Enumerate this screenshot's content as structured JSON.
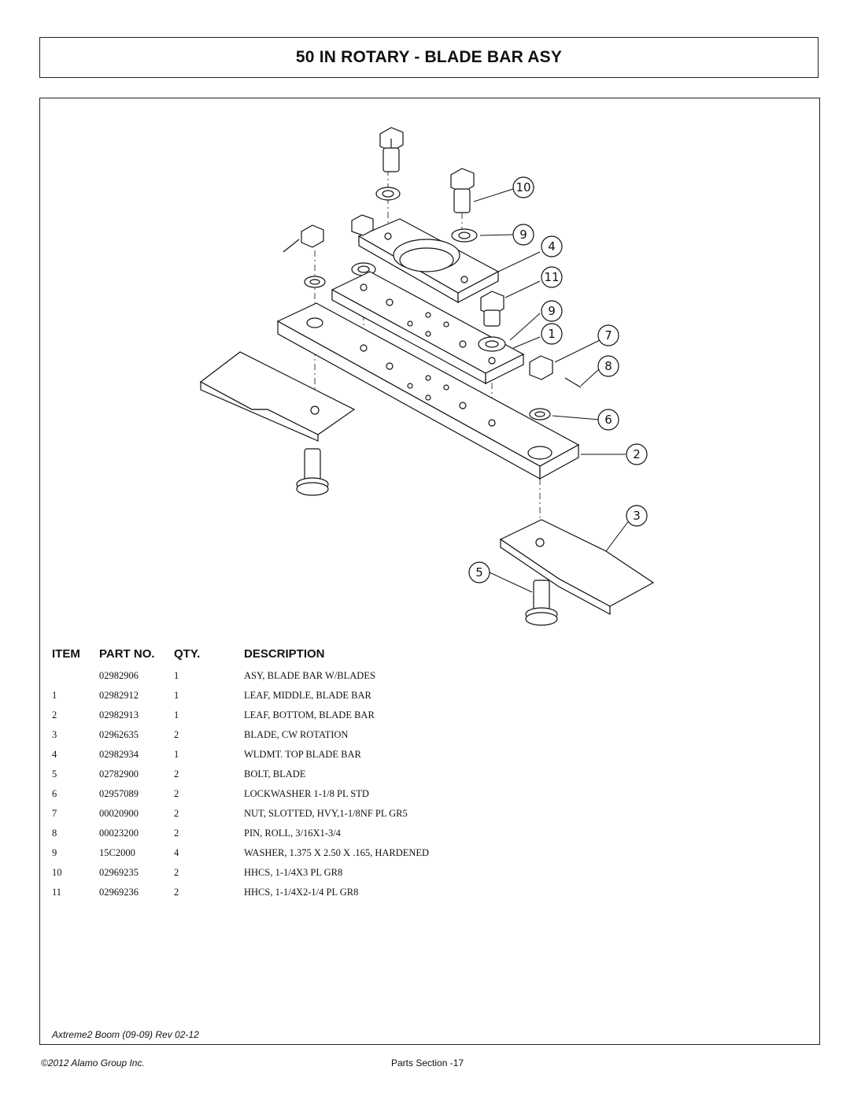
{
  "title": "50 IN ROTARY - BLADE BAR ASY",
  "diagram": {
    "callouts": [
      "10",
      "9",
      "4",
      "11",
      "9",
      "1",
      "7",
      "8",
      "6",
      "2",
      "3",
      "5"
    ]
  },
  "table": {
    "headers": {
      "item": "ITEM",
      "part_no": "PART NO.",
      "qty": "QTY.",
      "description": "DESCRIPTION"
    },
    "rows": [
      {
        "item": "",
        "part_no": "02982906",
        "qty": "1",
        "description": "ASY, BLADE BAR W/BLADES"
      },
      {
        "item": "1",
        "part_no": "02982912",
        "qty": "1",
        "description": "LEAF, MIDDLE, BLADE BAR"
      },
      {
        "item": "2",
        "part_no": "02982913",
        "qty": "1",
        "description": "LEAF, BOTTOM, BLADE BAR"
      },
      {
        "item": "3",
        "part_no": "02962635",
        "qty": "2",
        "description": "BLADE, CW ROTATION"
      },
      {
        "item": "4",
        "part_no": "02982934",
        "qty": "1",
        "description": "WLDMT. TOP BLADE BAR"
      },
      {
        "item": "5",
        "part_no": "02782900",
        "qty": "2",
        "description": "BOLT, BLADE"
      },
      {
        "item": "6",
        "part_no": "02957089",
        "qty": "2",
        "description": "LOCKWASHER 1-1/8 PL STD"
      },
      {
        "item": "7",
        "part_no": "00020900",
        "qty": "2",
        "description": "NUT, SLOTTED, HVY,1-1/8NF PL GR5"
      },
      {
        "item": "8",
        "part_no": "00023200",
        "qty": "2",
        "description": "PIN, ROLL, 3/16X1-3/4"
      },
      {
        "item": "9",
        "part_no": "15C2000",
        "qty": "4",
        "description": "WASHER, 1.375 X 2.50 X .165, HARDENED"
      },
      {
        "item": "10",
        "part_no": "02969235",
        "qty": "2",
        "description": "HHCS, 1-1/4X3 PL GR8"
      },
      {
        "item": "11",
        "part_no": "02969236",
        "qty": "2",
        "description": "HHCS, 1-1/4X2-1/4 PL GR8"
      }
    ]
  },
  "footer": {
    "doc_ref": "Axtreme2 Boom (09-09) Rev 02-12",
    "copyright": "©2012 Alamo Group Inc.",
    "page": "Parts Section -17"
  }
}
